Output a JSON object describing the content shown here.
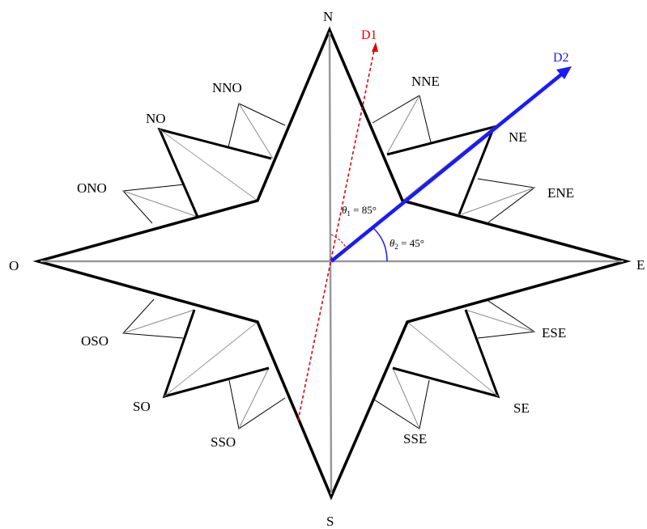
{
  "labels": {
    "n": "N",
    "e": "E",
    "s": "S",
    "o": "O",
    "ne": "NE",
    "se": "SE",
    "so": "SO",
    "no": "NO",
    "nne": "NNE",
    "ene": "ENE",
    "ese": "ESE",
    "sse": "SSE",
    "sso": "SSO",
    "oso": "OSO",
    "ono": "ONO",
    "nno": "NNO"
  },
  "directions": {
    "d1": {
      "label": "D1",
      "color": "#e00000"
    },
    "d2": {
      "label": "D2",
      "color": "#1a1aff"
    }
  },
  "angles": {
    "theta1": {
      "symbol": "θ",
      "sub": "1",
      "value": " = 85°"
    },
    "theta2": {
      "symbol": "θ",
      "sub": "2",
      "value": " = 45°"
    }
  }
}
